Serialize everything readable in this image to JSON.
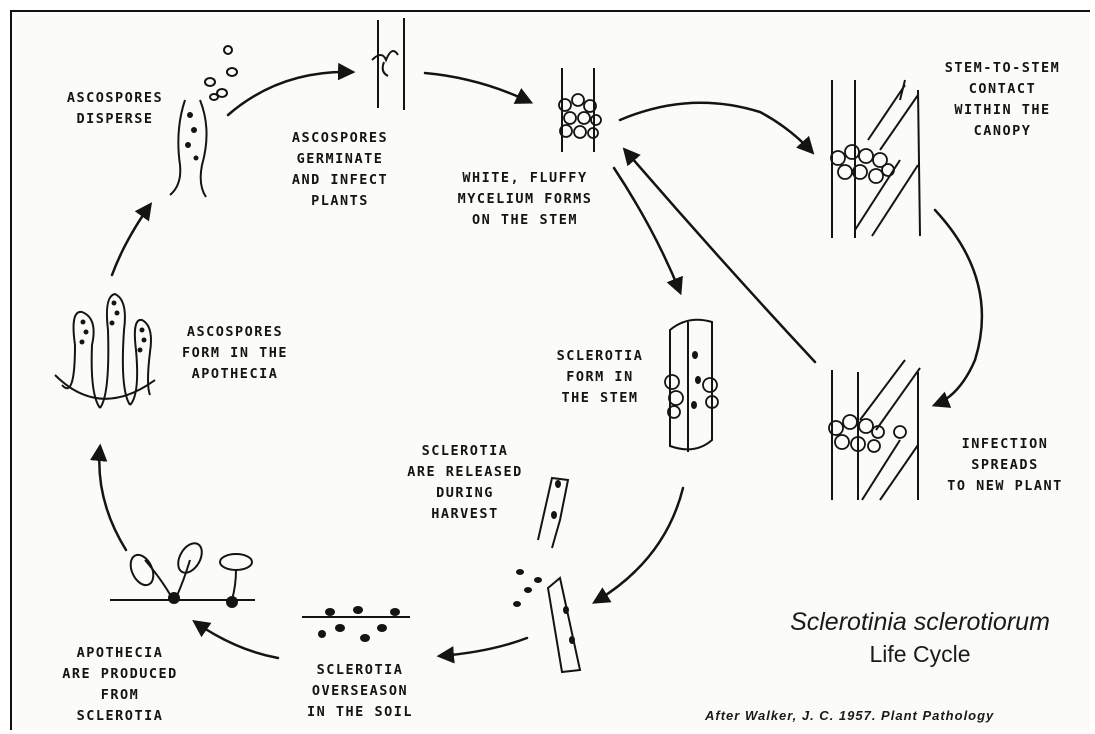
{
  "title": {
    "species": "Sclerotinia sclerotiorum",
    "subtitle": "Life Cycle"
  },
  "credit": "After Walker, J. C. 1957. Plant Pathology",
  "stages": {
    "ascospores_disperse": [
      "ASCOSPORES",
      "DISPERSE"
    ],
    "ascospores_germinate": [
      "ASCOSPORES",
      "GERMINATE",
      "AND INFECT",
      "PLANTS"
    ],
    "mycelium_forms": [
      "WHITE, FLUFFY",
      "MYCELIUM FORMS",
      "ON THE STEM"
    ],
    "stem_contact": [
      "STEM-TO-STEM",
      "CONTACT",
      "WITHIN THE",
      "CANOPY"
    ],
    "infection_spreads": [
      "INFECTION",
      "SPREADS",
      "TO NEW PLANT"
    ],
    "sclerotia_form": [
      "SCLEROTIA",
      "FORM IN",
      "THE STEM"
    ],
    "sclerotia_released": [
      "SCLEROTIA",
      "ARE RELEASED",
      "DURING",
      "HARVEST"
    ],
    "sclerotia_overseason": [
      "SCLEROTIA",
      "OVERSEASON",
      "IN THE SOIL"
    ],
    "apothecia_produced": [
      "APOTHECIA",
      "ARE PRODUCED",
      "FROM",
      "SCLEROTIA"
    ],
    "ascospores_form": [
      "ASCOSPORES",
      "FORM IN THE",
      "APOTHECIA"
    ]
  },
  "colors": {
    "ink": "#141414",
    "paper": "#fbfbf8"
  }
}
